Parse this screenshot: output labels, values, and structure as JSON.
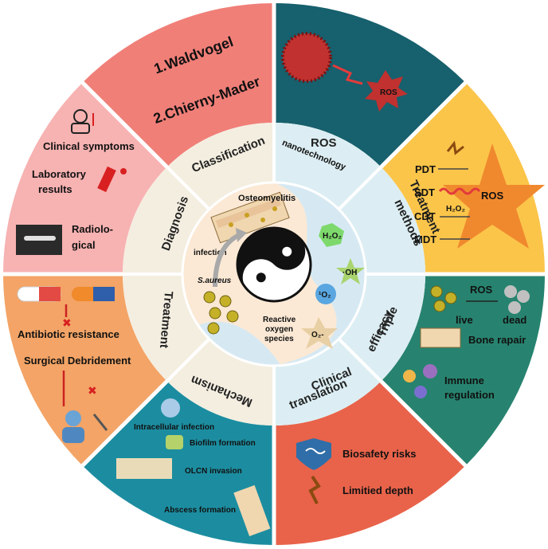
{
  "center": {
    "osteomyelitis": "Osteomyelitis",
    "infection": "infection",
    "saureus": "S.aureus",
    "ros_line1": "Reactive",
    "ros_line2": "oxygen",
    "ros_line3": "species",
    "h2o2": "H₂O₂",
    "oh": "·OH",
    "o1": "¹O₂",
    "o2": "O₂-"
  },
  "ring": {
    "classification": "Classification",
    "ros_nano_1": "ROS",
    "ros_nano_2": "nanotechnology",
    "treatment_methods_1": "Treatment",
    "treatment_methods_2": "methods",
    "triple_efficacy_1": "Triple",
    "triple_efficacy_2": "efficacy",
    "clinical_translation_1": "Clinical",
    "clinical_translation_2": "translation",
    "mechanism": "Mechanism",
    "treatment": "Treatment",
    "diagnosis": "Diagnosis"
  },
  "outer": {
    "classification_1": "1.Waldvogel",
    "classification_2": "2.Chierny-Mader",
    "ros_label": "ROS",
    "pdt": "PDT",
    "sdt": "SDT",
    "cdt": "CDT",
    "mdt": "MDT",
    "h2o2_small": "H₂O₂",
    "ros_star": "ROS",
    "ros_arrow": "ROS",
    "live": "live",
    "dead": "dead",
    "bone_repair": "Bone rapair",
    "immune_1": "Immune",
    "immune_2": "regulation",
    "biosafety": "Biosafety risks",
    "limited_depth": "Limitied depth",
    "intracellular": "Intracellular infection",
    "biofilm": "Biofilm formation",
    "olcn": "OLCN invasion",
    "abscess": "Abscess formation",
    "antibiotic": "Antibiotic resistance",
    "surgical": "Surgical Debridement",
    "clinical_symptoms": "Clinical symptoms",
    "lab_1": "Laboratory",
    "lab_2": "results",
    "radio_1": "Radiolo-",
    "radio_2": "gical"
  },
  "colors": {
    "salmon": "#f07f78",
    "teal_dark": "#17606d",
    "yellow": "#fbc54a",
    "green": "#27836f",
    "orange_red": "#e8634a",
    "teal": "#1c8da0",
    "orange": "#f3a466",
    "pink": "#f7b2b2",
    "ring_light": "#f4eee0",
    "ring_blue": "#dceef3"
  }
}
